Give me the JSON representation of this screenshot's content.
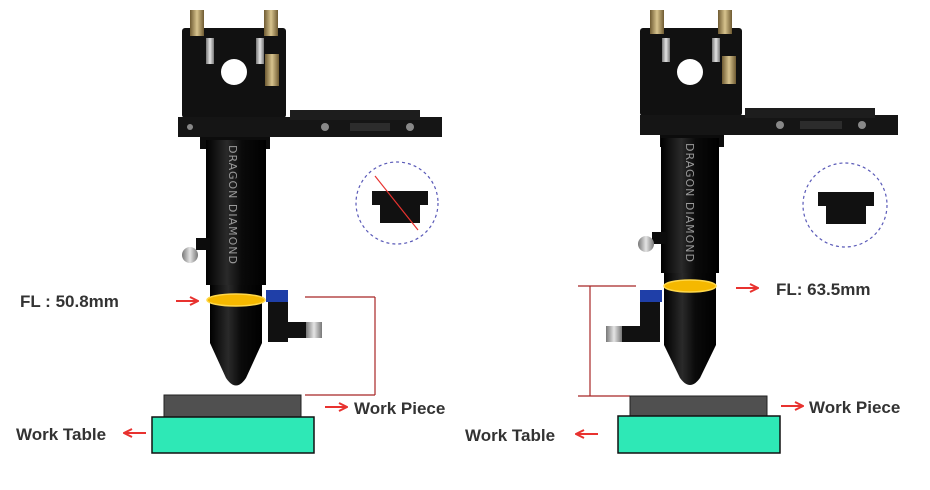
{
  "left": {
    "fl_label": "FL : 50.8mm",
    "brand_text": "DRAGON DIAMOND",
    "work_piece_label": "Work Piece",
    "work_table_label": "Work Table"
  },
  "right": {
    "fl_label": "FL: 63.5mm",
    "brand_text": "DRAGON DIAMOND",
    "work_piece_label": "Work Piece",
    "work_table_label": "Work Table"
  },
  "colors": {
    "arrow": "#e8322f",
    "lens": "#f5b800",
    "work_piece": "#505050",
    "work_table": "#2ee8b6",
    "metal": "#111111",
    "brass": "#b8a06a",
    "dashed_circle": "#5a5ab8"
  }
}
